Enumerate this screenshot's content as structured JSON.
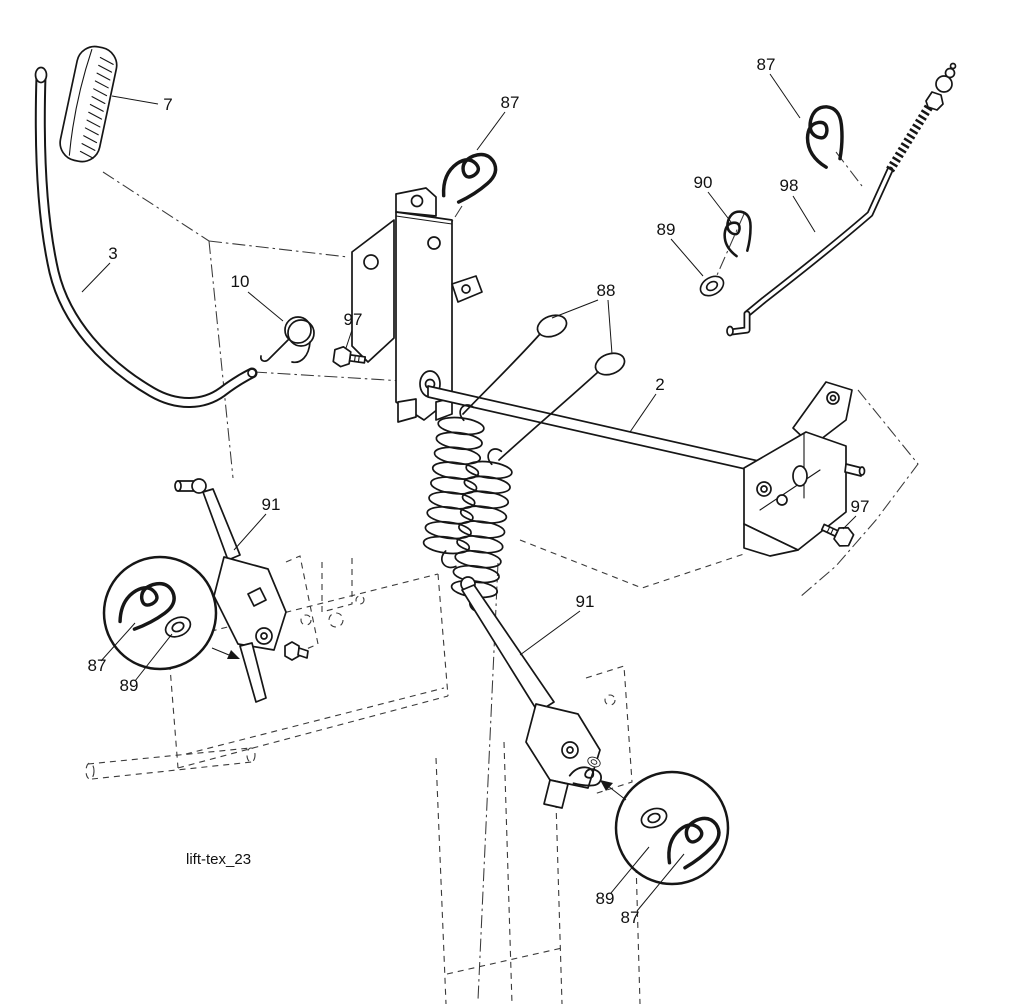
{
  "diagram": {
    "caption": "lift-tex_23",
    "labels": {
      "grip_7": "7",
      "rod_3": "3",
      "spring_10": "10",
      "clip_87_top_center": "87",
      "clip_87_top_right": "87",
      "clip_90": "90",
      "rod_98": "98",
      "washer_89_top_right": "89",
      "bolt_97_left": "97",
      "links_88": "88",
      "shaft_2": "2",
      "lever_91_left": "91",
      "bolt_97_right": "97",
      "clip_87_inset_left": "87",
      "washer_89_inset_left": "89",
      "lever_91_right": "91",
      "washer_89_inset_right": "89",
      "clip_87_inset_right": "87"
    }
  }
}
